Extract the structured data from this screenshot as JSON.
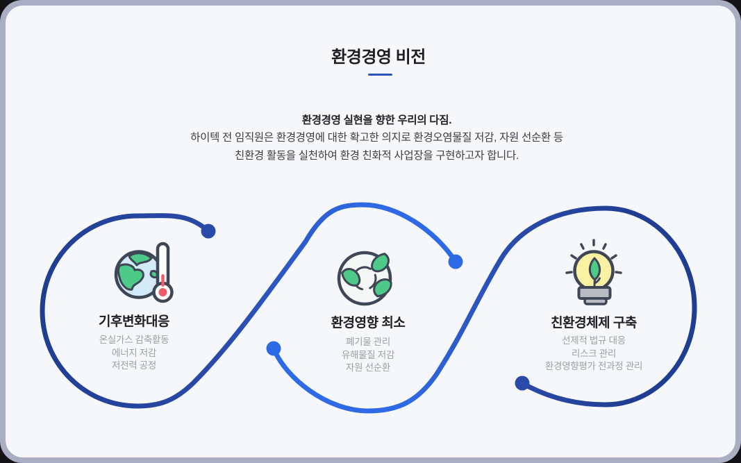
{
  "page": {
    "title": "환경경영 비전",
    "intro": {
      "headline": "환경경영 실현을 향한 우리의 다짐.",
      "line2": "하이텍 전 임직원은 환경경영에 대한 확고한 의지로 환경오염물질 저감, 자원 선순환 등",
      "line3": "친환경 활동을 실천하여 환경 친화적 사업장을 구현하고자 합니다."
    }
  },
  "items": [
    {
      "icon": "earth-thermometer-icon",
      "title": "기후변화대응",
      "details": [
        "온실가스 감축활동",
        "에너지 저감",
        "저전력 공정"
      ]
    },
    {
      "icon": "recycle-leaves-icon",
      "title": "환경영향 최소",
      "details": [
        "폐기물 관리",
        "유해물질 저감",
        "자원 선순환"
      ]
    },
    {
      "icon": "eco-bulb-icon",
      "title": "친환경체제 구축",
      "details": [
        "선제적 법규 대응",
        "리스크 관리",
        "환경영향평가 전과정 관리"
      ]
    }
  ],
  "colors": {
    "accent-blue": "#2E6AE6",
    "accent-navy": "#1F3E92",
    "navy-mid": "#2A4AA8",
    "underline-blue": "#2A55B8",
    "card-bg": "#F6F7FA",
    "frame-border": "#A9AEC3",
    "outer-bg": "#141417",
    "title-color": "#1D1D1F",
    "body-text": "#3D3D40",
    "item-title-color": "#1F1F22",
    "item-sub-color": "#9C9FA3",
    "icon-outline": "#3F4656",
    "icon-green": "#4DC988",
    "globe-blue": "#D3EAF9",
    "bulb-yellow": "#F9F1A2",
    "base-gray": "#B9BDC3",
    "thermo-red": "#EE5B6B"
  }
}
